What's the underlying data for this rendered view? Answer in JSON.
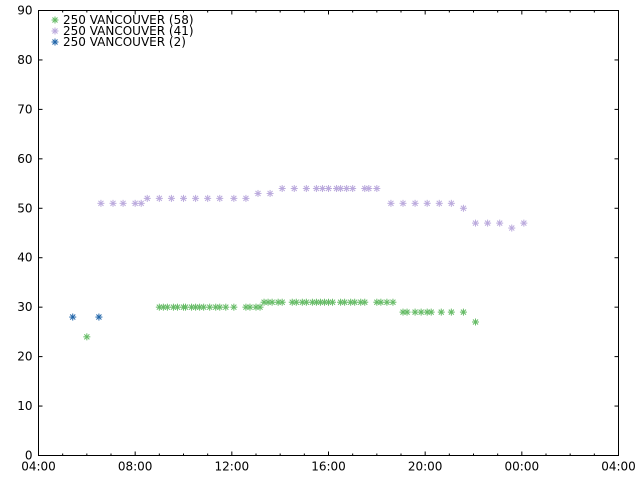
{
  "chart_data": {
    "type": "scatter",
    "title": "",
    "xlabel": "",
    "ylabel": "",
    "x_is_time": true,
    "xlim": [
      "04:00",
      "04:00+1"
    ],
    "ylim": [
      0,
      90
    ],
    "x_tick_labels": [
      "04:00",
      "08:00",
      "12:00",
      "16:00",
      "20:00",
      "00:00",
      "04:00"
    ],
    "y_tick_labels": [
      "0",
      "10",
      "20",
      "30",
      "40",
      "50",
      "60",
      "70",
      "80",
      "90"
    ],
    "grid": false,
    "legend_position": "top-left",
    "marker": "asterisk",
    "series": [
      {
        "name": "250 VANCOUVER (58)",
        "color": "#66bb66",
        "points": [
          [
            "06:00",
            24
          ],
          [
            "09:00",
            30
          ],
          [
            "09:10",
            30
          ],
          [
            "09:20",
            30
          ],
          [
            "09:35",
            30
          ],
          [
            "09:45",
            30
          ],
          [
            "10:00",
            30
          ],
          [
            "10:05",
            30
          ],
          [
            "10:20",
            30
          ],
          [
            "10:30",
            30
          ],
          [
            "10:40",
            30
          ],
          [
            "10:50",
            30
          ],
          [
            "11:05",
            30
          ],
          [
            "11:20",
            30
          ],
          [
            "11:30",
            30
          ],
          [
            "11:45",
            30
          ],
          [
            "12:05",
            30
          ],
          [
            "12:35",
            30
          ],
          [
            "12:45",
            30
          ],
          [
            "13:00",
            30
          ],
          [
            "13:10",
            30
          ],
          [
            "13:20",
            31
          ],
          [
            "13:30",
            31
          ],
          [
            "13:40",
            31
          ],
          [
            "13:55",
            31
          ],
          [
            "14:05",
            31
          ],
          [
            "14:30",
            31
          ],
          [
            "14:40",
            31
          ],
          [
            "14:55",
            31
          ],
          [
            "15:05",
            31
          ],
          [
            "15:20",
            31
          ],
          [
            "15:30",
            31
          ],
          [
            "15:40",
            31
          ],
          [
            "15:50",
            31
          ],
          [
            "16:00",
            31
          ],
          [
            "16:10",
            31
          ],
          [
            "16:30",
            31
          ],
          [
            "16:40",
            31
          ],
          [
            "16:55",
            31
          ],
          [
            "17:05",
            31
          ],
          [
            "17:20",
            31
          ],
          [
            "17:30",
            31
          ],
          [
            "18:00",
            31
          ],
          [
            "18:10",
            31
          ],
          [
            "18:25",
            31
          ],
          [
            "18:40",
            31
          ],
          [
            "19:05",
            29
          ],
          [
            "19:15",
            29
          ],
          [
            "19:35",
            29
          ],
          [
            "19:50",
            29
          ],
          [
            "20:05",
            29
          ],
          [
            "20:15",
            29
          ],
          [
            "20:40",
            29
          ],
          [
            "21:05",
            29
          ],
          [
            "21:35",
            29
          ],
          [
            "22:05",
            27
          ]
        ]
      },
      {
        "name": "250 VANCOUVER (41)",
        "color": "#bbaadd",
        "points": [
          [
            "06:35",
            51
          ],
          [
            "07:05",
            51
          ],
          [
            "07:30",
            51
          ],
          [
            "08:00",
            51
          ],
          [
            "08:15",
            51
          ],
          [
            "08:30",
            52
          ],
          [
            "09:00",
            52
          ],
          [
            "09:30",
            52
          ],
          [
            "10:00",
            52
          ],
          [
            "10:30",
            52
          ],
          [
            "11:00",
            52
          ],
          [
            "11:30",
            52
          ],
          [
            "12:05",
            52
          ],
          [
            "12:35",
            52
          ],
          [
            "13:05",
            53
          ],
          [
            "13:35",
            53
          ],
          [
            "14:05",
            54
          ],
          [
            "14:35",
            54
          ],
          [
            "15:05",
            54
          ],
          [
            "15:30",
            54
          ],
          [
            "15:45",
            54
          ],
          [
            "16:00",
            54
          ],
          [
            "16:20",
            54
          ],
          [
            "16:30",
            54
          ],
          [
            "16:45",
            54
          ],
          [
            "17:00",
            54
          ],
          [
            "17:30",
            54
          ],
          [
            "17:40",
            54
          ],
          [
            "18:00",
            54
          ],
          [
            "18:35",
            51
          ],
          [
            "19:05",
            51
          ],
          [
            "19:35",
            51
          ],
          [
            "20:05",
            51
          ],
          [
            "20:35",
            51
          ],
          [
            "21:05",
            51
          ],
          [
            "21:35",
            50
          ],
          [
            "22:05",
            47
          ],
          [
            "22:35",
            47
          ],
          [
            "23:05",
            47
          ],
          [
            "23:35",
            46
          ],
          [
            "00:05+1",
            47
          ]
        ]
      },
      {
        "name": "250 VANCOUVER (2)",
        "color": "#2266aa",
        "points": [
          [
            "05:25",
            28
          ],
          [
            "06:30",
            28
          ]
        ]
      }
    ]
  }
}
